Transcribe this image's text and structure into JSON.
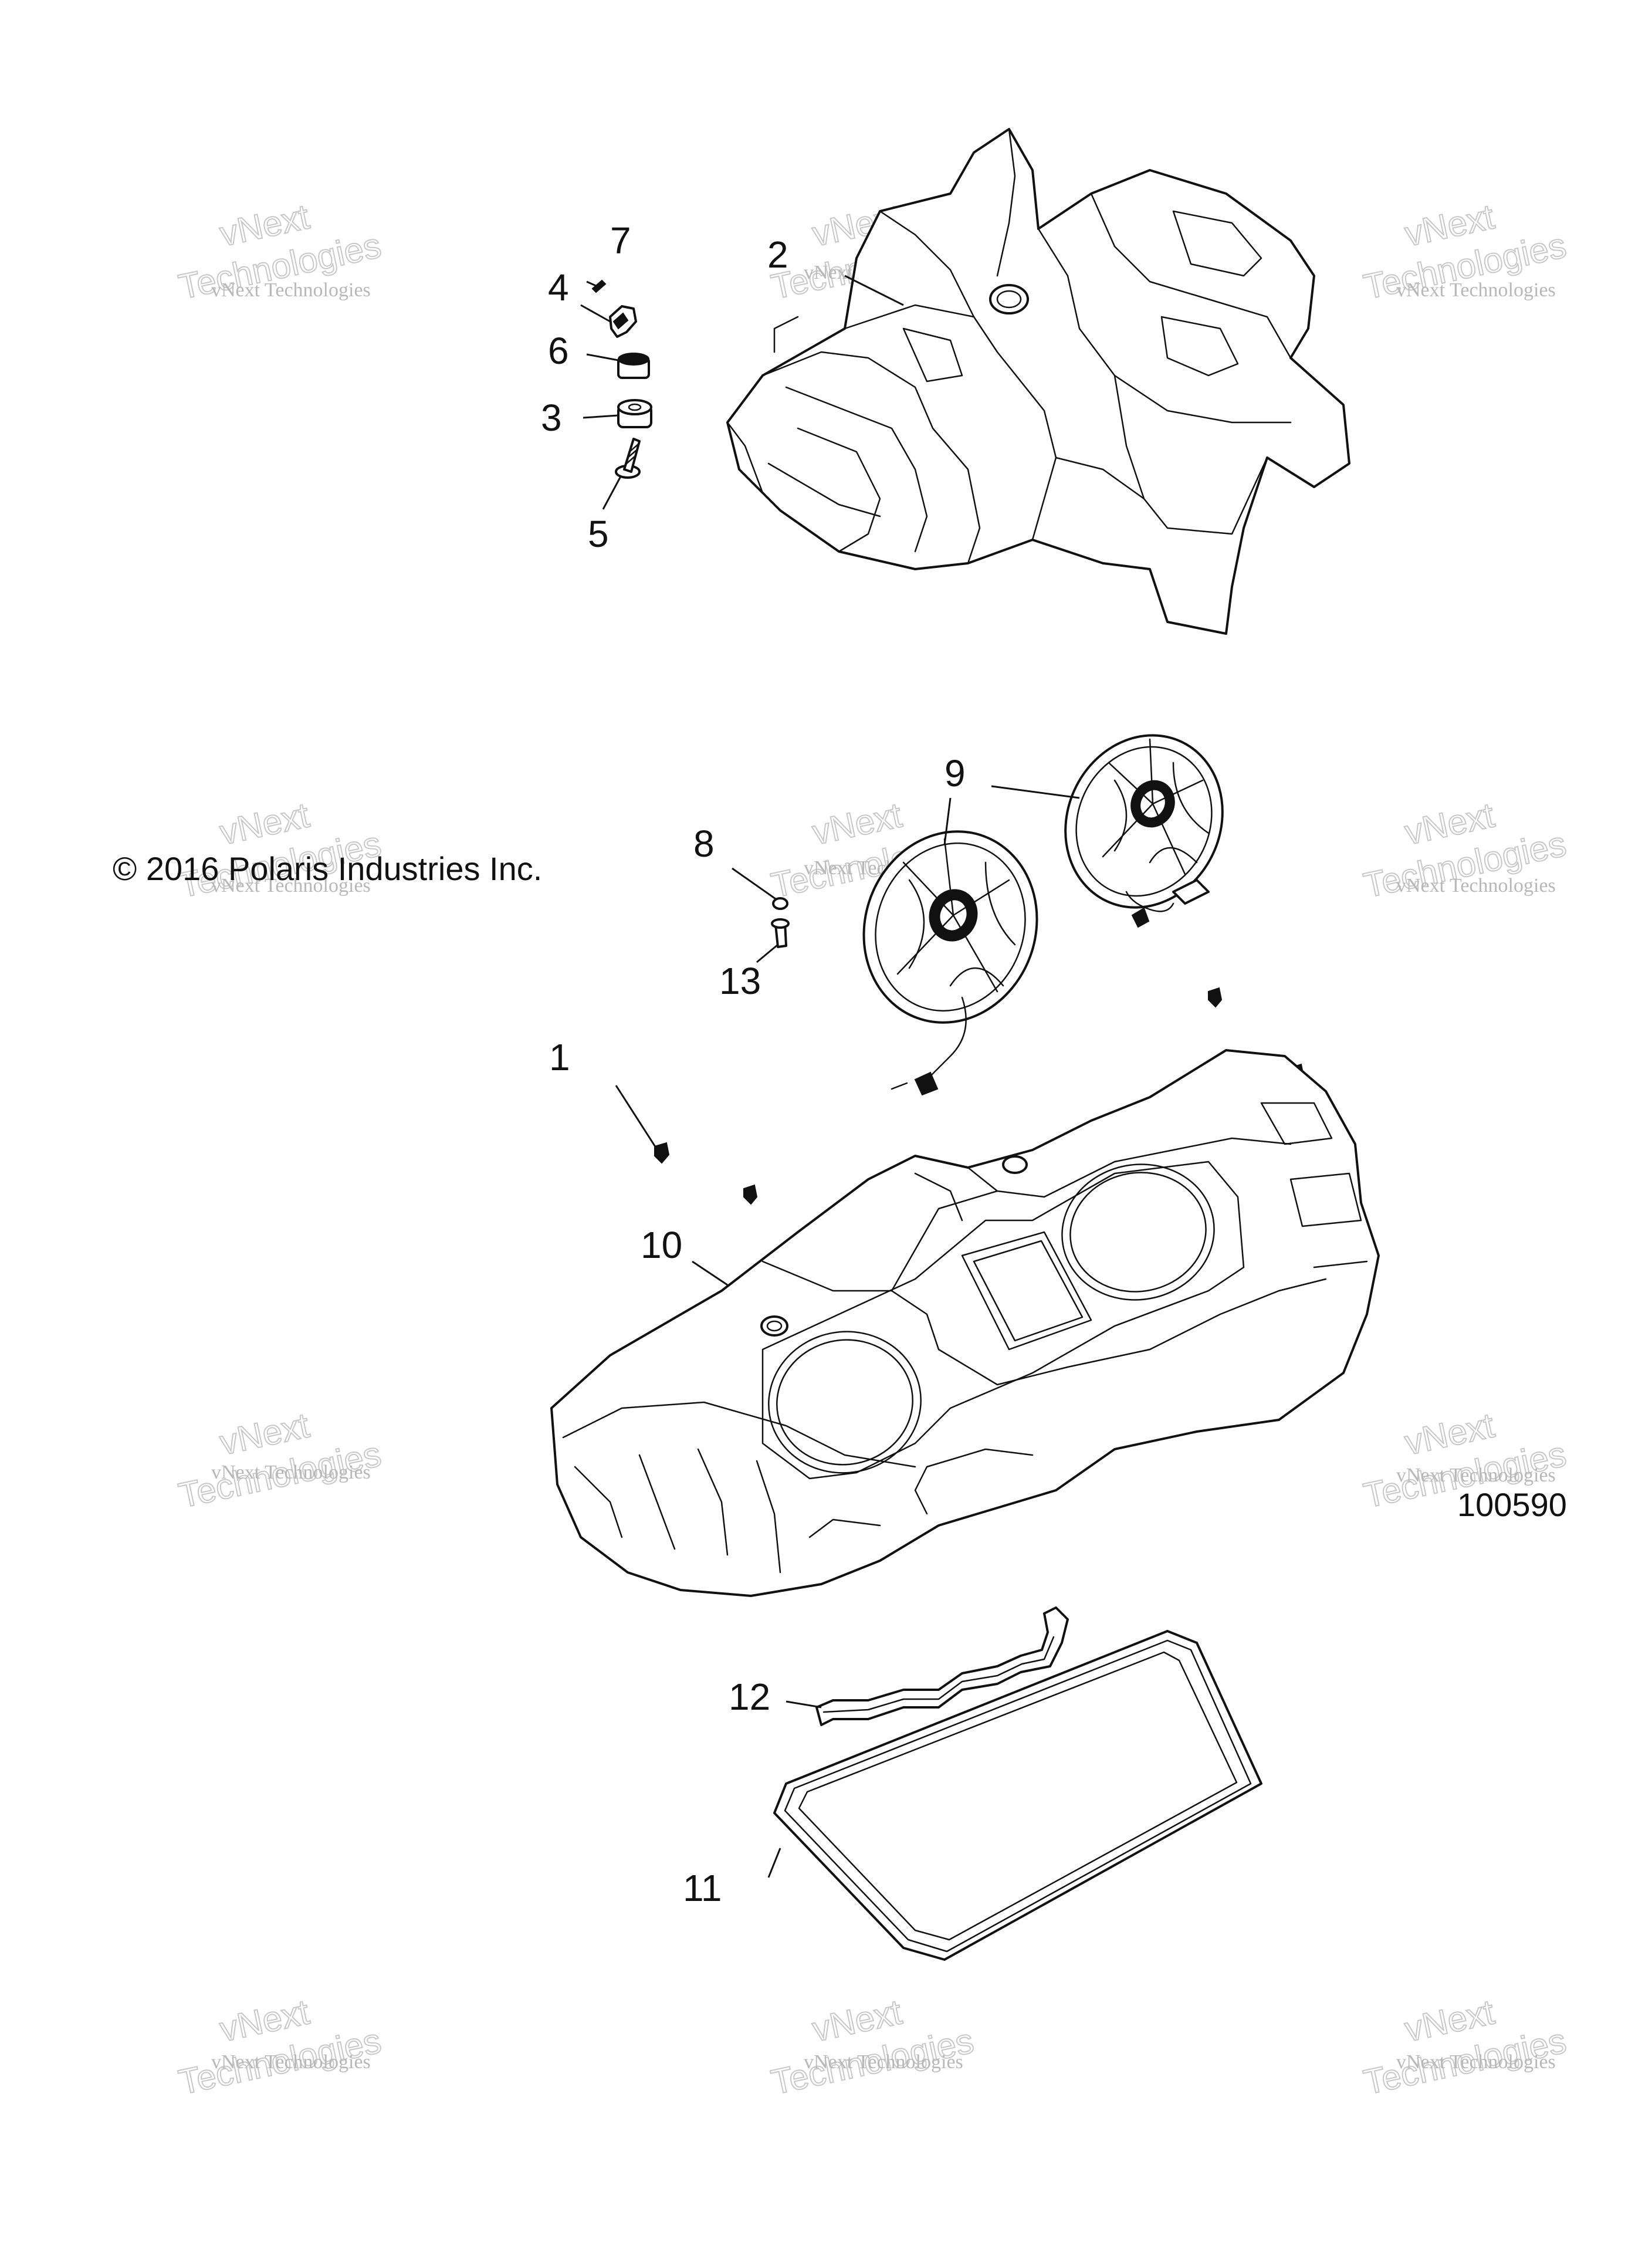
{
  "copyright": "© 2016 Polaris Industries Inc.",
  "figure_number": "100590",
  "callouts": {
    "c1": "1",
    "c2": "2",
    "c3": "3",
    "c4": "4",
    "c5": "5",
    "c6": "6",
    "c7": "7",
    "c8": "8",
    "c9": "9",
    "c10": "10",
    "c11": "11",
    "c12": "12",
    "c13": "13"
  },
  "watermark": {
    "line1": "vNext Technologies",
    "line2": "vNext",
    "line3": "Technologies"
  },
  "colors": {
    "line": "#111111",
    "watermark": "#c8c8c8"
  }
}
